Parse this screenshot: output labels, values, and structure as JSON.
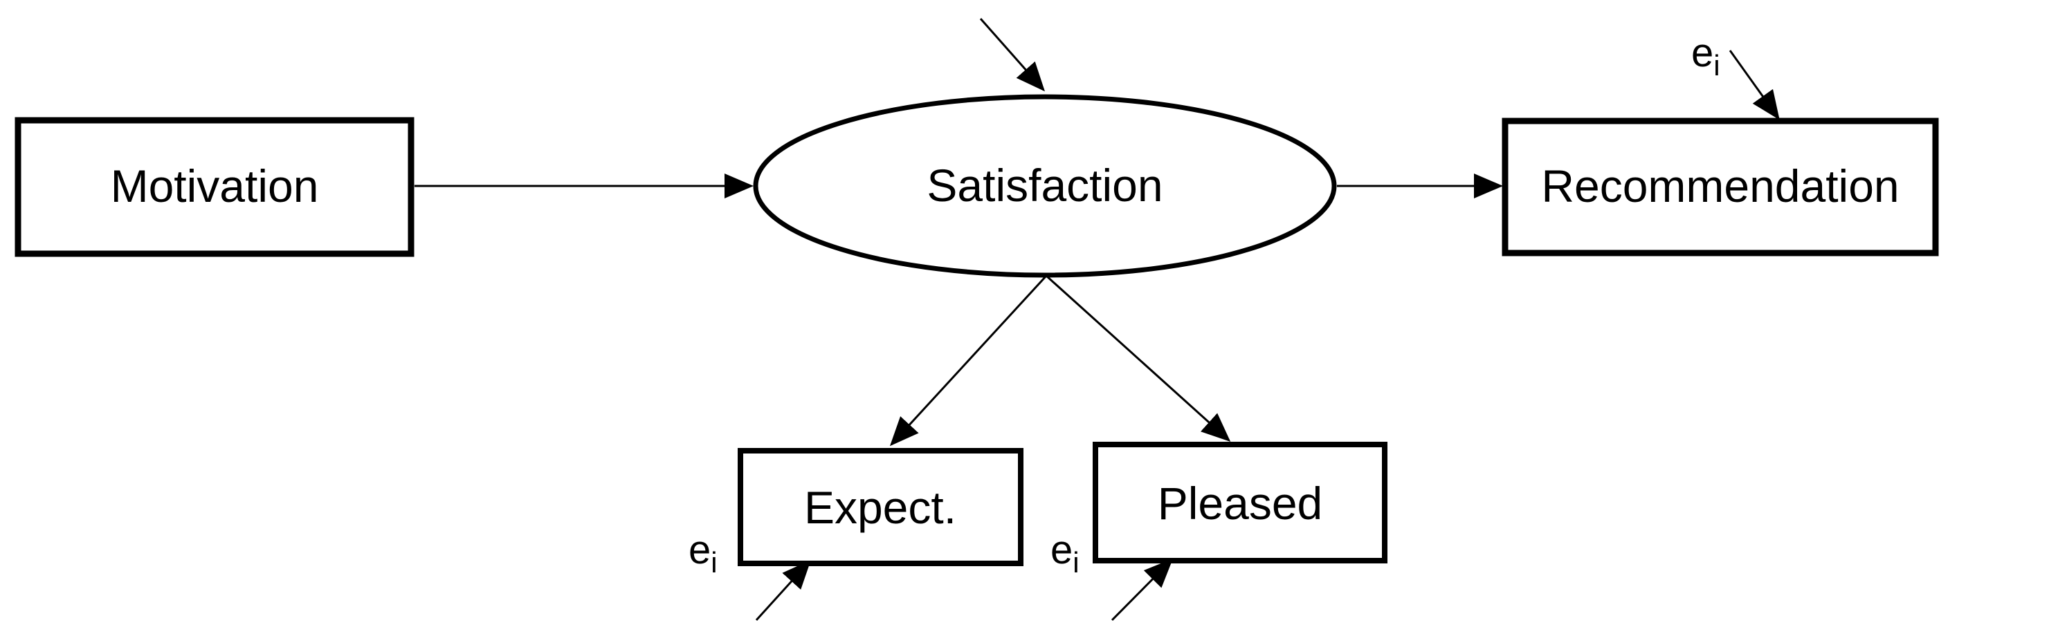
{
  "diagram": {
    "title": "",
    "background_color": "#ffffff",
    "line_color": "#000000",
    "text_color": "#000000",
    "nodes": {
      "motivation": {
        "label": "Motivation",
        "shape": "rectangle"
      },
      "satisfaction": {
        "label": "Satisfaction",
        "shape": "ellipse"
      },
      "recommendation": {
        "label": "Recommendation",
        "shape": "rectangle"
      },
      "expect": {
        "label": "Expect.",
        "shape": "rectangle"
      },
      "pleased": {
        "label": "Pleased",
        "shape": "rectangle"
      }
    },
    "error_label": {
      "base": "e",
      "sub": "i"
    },
    "edges": [
      {
        "from": "motivation",
        "to": "satisfaction"
      },
      {
        "from": "satisfaction",
        "to": "recommendation"
      },
      {
        "from": "external-input",
        "to": "satisfaction"
      },
      {
        "from": "satisfaction",
        "to": "expect"
      },
      {
        "from": "satisfaction",
        "to": "pleased"
      },
      {
        "from": "error-ei-expect",
        "to": "expect"
      },
      {
        "from": "error-ei-pleased",
        "to": "pleased"
      },
      {
        "from": "error-ei-recommendation",
        "to": "recommendation"
      }
    ]
  }
}
